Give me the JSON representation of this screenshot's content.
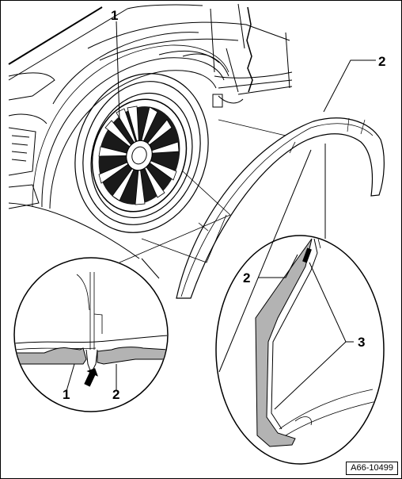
{
  "callouts": {
    "main_wheel": "1",
    "main_arch": "2",
    "detail_left_1": "1",
    "detail_left_2": "2",
    "detail_right_2": "2",
    "detail_right_3": "3"
  },
  "figure_reference": "A66-10499",
  "colors": {
    "line": "#000000",
    "fill_gray": "#b3b3b3",
    "background": "#ffffff"
  }
}
